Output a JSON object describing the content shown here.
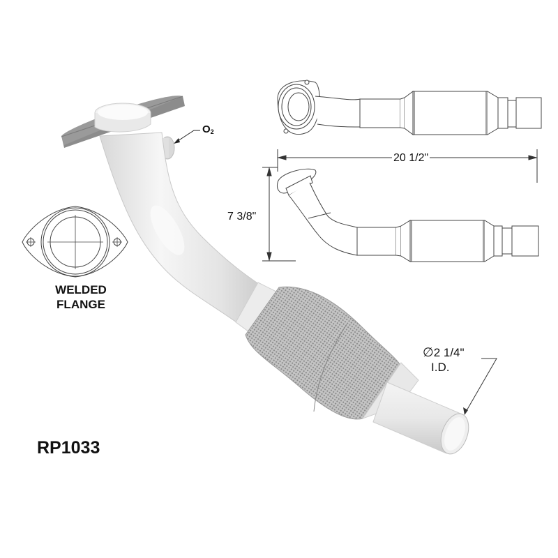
{
  "part": {
    "number": "RP1033"
  },
  "labels": {
    "flange_line1": "WELDED",
    "flange_line2": "FLANGE",
    "o2_sensor": "O",
    "o2_subscript": "2",
    "overall_length": "20 1/2\"",
    "overall_height": "7 3/8\"",
    "diameter_symbol": "∅",
    "inner_diameter_value": "2 1/4\"",
    "inner_diameter_unit": "I.D."
  },
  "colors": {
    "background": "#ffffff",
    "pipe": "#e6e6e6",
    "pipe_shadow": "#cfcfcf",
    "flange": "#8f8f8f",
    "mesh": "#a9a9a9",
    "line": "#333333",
    "text": "#111111"
  },
  "views": [
    {
      "name": "isometric-3d-view",
      "description": "shaded isometric view with knit-mesh flex section"
    },
    {
      "name": "top-line-view",
      "description": "line drawing from flange end"
    },
    {
      "name": "side-line-view",
      "description": "line drawing with dimensions"
    },
    {
      "name": "flange-face-view",
      "description": "two-bolt welded flange face"
    }
  ]
}
